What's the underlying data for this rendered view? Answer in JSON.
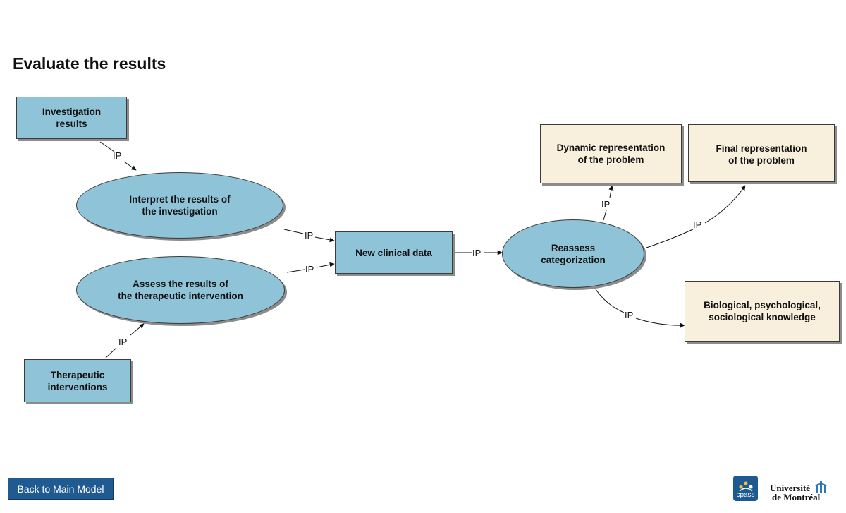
{
  "title": "Evaluate the results",
  "nodes": {
    "investigation_results": "Investigation\nresults",
    "interpret_results": "Interpret the results of\nthe investigation",
    "assess_results": "Assess the results of\nthe therapeutic intervention",
    "therapeutic_interventions": "Therapeutic\ninterventions",
    "new_clinical_data": "New clinical data",
    "reassess_categorization": "Reassess\ncategorization",
    "dynamic_representation": "Dynamic representation\nof the problem",
    "final_representation": "Final representation\nof the problem",
    "knowledge": "Biological, psychological,\nsociological  knowledge"
  },
  "edge_label": "IP",
  "footer": {
    "back_button": "Back to Main Model",
    "cpass_logo": "cpass",
    "university_line1": "Université",
    "university_line2": "de Montréal"
  },
  "colors": {
    "process_fill": "#8fc3d7",
    "knowledge_fill": "#f8f0dd",
    "button_fill": "#1f5a91"
  }
}
